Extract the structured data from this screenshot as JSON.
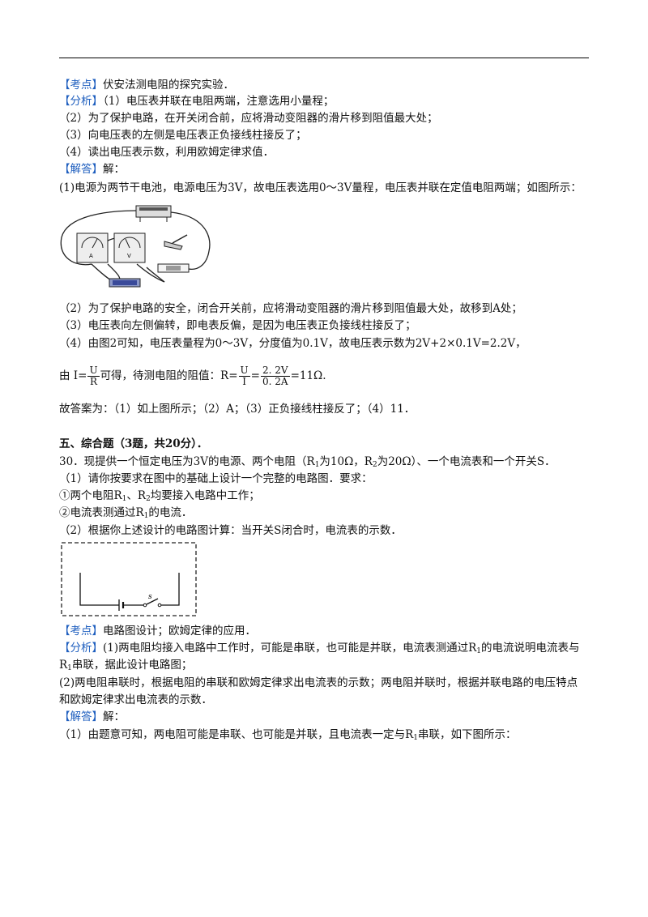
{
  "q29": {
    "kaodian_tag": "【考点】",
    "kaodian_text": "伏安法测电阻的探究实验．",
    "fenxi_tag": "【分析】",
    "fenxi_1": "（1）电压表并联在电阻两端，注意选用小量程；",
    "fenxi_2": "（2）为了保护电路，在开关闭合前，应将滑动变阻器的滑片移到阻值最大处；",
    "fenxi_3": "（3）向电压表的左侧是电压表正负接线柱接反了；",
    "fenxi_4": "（4）读出电压表示数，利用欧姆定律求值．",
    "jieda_tag": "【解答】",
    "jieda_text": "解：",
    "ans_1": "(1)电源为两节干电池，电源电压为3V，故电压表选用0～3V量程，电压表并联在定值电阻两端；如图所示：",
    "ans_2": "（2）为了保护电路的安全，闭合开关前，应将滑动变阻器的滑片移到阻值最大处，故移到A处；",
    "ans_3": "（3）电压表向左侧偏转，即电表反偏，是因为电压表正负接线柱接反了；",
    "ans_4": "（4）由图2可知，电压表量程为0～3V，分度值为0.1V，故电压表示数为2V+2×0.1V=2.2V，",
    "formula_pre": "由 I=",
    "f1_num": "U",
    "f1_den": "R",
    "formula_mid": "可得，待测电阻的阻值：R=",
    "f2_num": "U",
    "f2_den": "I",
    "formula_eq": "=",
    "f3_num": "2. 2V",
    "f3_den": "0. 2A",
    "formula_end": "=11Ω.",
    "answer": "故答案为：（1）如上图所示；（2）A；（3）正负接线柱接反了；（4）11．"
  },
  "section5": {
    "heading": "五、综合题（3题，共20分）．"
  },
  "q30": {
    "stem_a": "30．现提供一个恒定电压为3V的电源、两个电阻（R",
    "stem_b": "为10Ω，R",
    "stem_c": "为20Ω）、一个电流表和一个开关S．",
    "sub1": "1",
    "sub2": "2",
    "req_intro": "（1）请你按要求在图中的基础上设计一个完整的电路图．要求：",
    "req1_a": "①两个电阻R",
    "req1_b": "、R",
    "req1_c": "均要接入电路中工作；",
    "req2_a": "②电流表测通过R",
    "req2_b": "的电流．",
    "part2": "（2）根据你上述设计的电路图计算：当开关S闭合时，电流表的示数．",
    "switch_label": "s",
    "kaodian_tag": "【考点】",
    "kaodian_text": "电路图设计；欧姆定律的应用．",
    "fenxi_tag": "【分析】",
    "fenxi_1a": "(1)两电阻均接入电路中工作时，可能是串联，也可能是并联，电流表测通过R",
    "fenxi_1b": "的电流说明电流表与",
    "fenxi_2a": "R",
    "fenxi_2b": "串联，据此设计电路图；",
    "fenxi_3": "(2)两电阻串联时，根据电阻的串联和欧姆定律求出电流表的示数；两电阻并联时，根据并联电路的电压特点",
    "fenxi_4": "和欧姆定律求出电流表的示数．",
    "jieda_tag": "【解答】",
    "jieda_text": "解：",
    "ans_a": "（1）由题意可知，两电阻可能是串联、也可能是并联，且电流表一定与R",
    "ans_b": "串联，如下图所示："
  }
}
